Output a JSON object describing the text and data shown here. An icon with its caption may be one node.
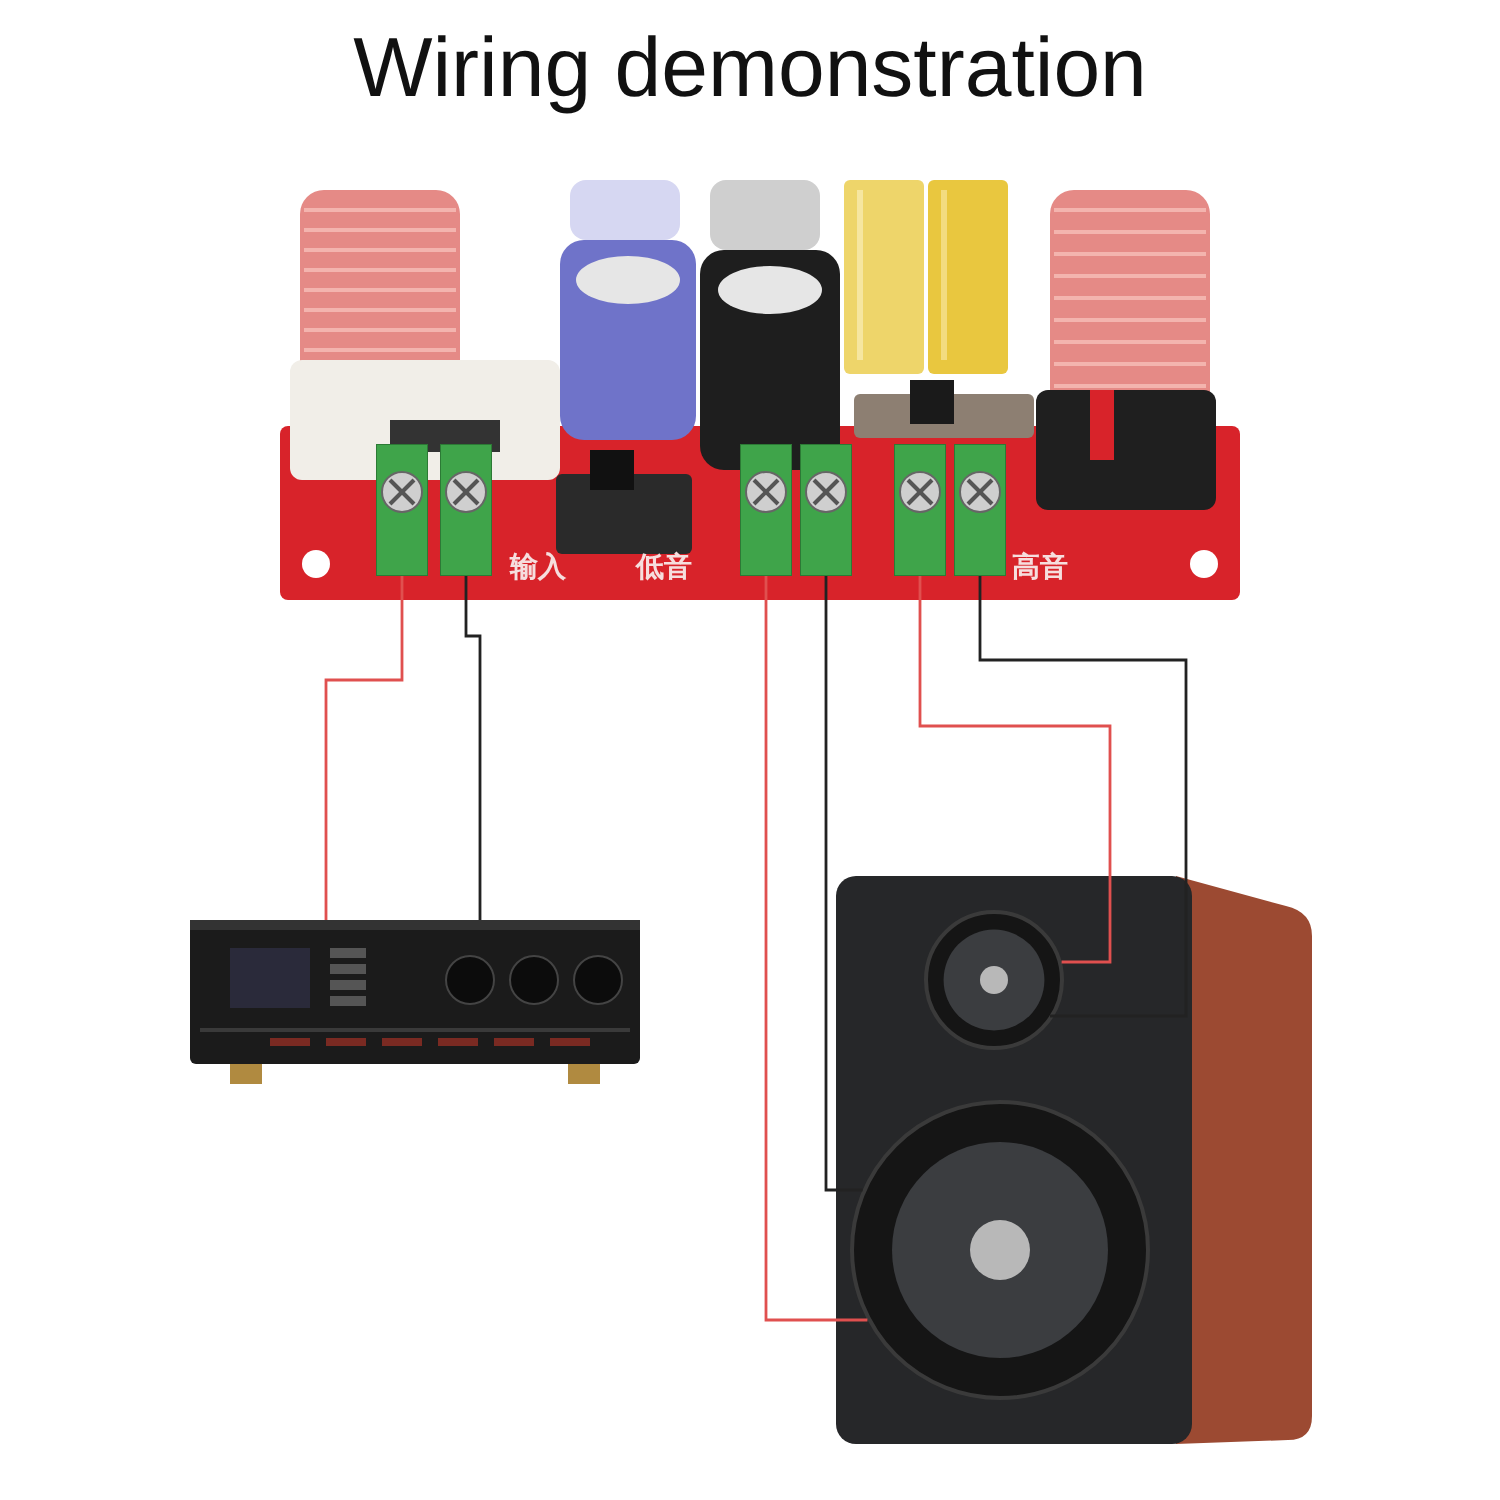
{
  "diagram": {
    "title": "Wiring demonstration",
    "nodes": [
      {
        "text": [],
        "shape": "picture"
      },
      {
        "text": [],
        "shape": "box",
        "in": 0
      },
      {
        "text": [],
        "shape": "box",
        "in": 0
      },
      {
        "text": [],
        "shape": "box",
        "in": 0
      },
      {
        "text": [],
        "shape": "box",
        "in": 0
      },
      {
        "text": [],
        "shape": "box",
        "in": 0
      },
      {
        "text": [],
        "shape": "box",
        "in": 0
      },
      {
        "text": [],
        "shape": "picture"
      },
      {
        "text": [],
        "shape": "picture"
      },
      {
        "text": [],
        "shape": "circle",
        "in": 8
      },
      {
        "text": [],
        "shape": "circle",
        "in": 8
      }
    ],
    "edges": [
      {
        "from": 1,
        "to": 7,
        "arrow": "none",
        "color": "#e0504f"
      },
      {
        "from": 2,
        "to": 7,
        "arrow": "none",
        "color": "#222222"
      },
      {
        "from": 3,
        "to": 10,
        "arrow": "none",
        "color": "#e0504f"
      },
      {
        "from": 4,
        "to": 10,
        "arrow": "none",
        "color": "#222222"
      },
      {
        "from": 5,
        "to": 9,
        "arrow": "none",
        "color": "#e0504f"
      },
      {
        "from": 6,
        "to": 9,
        "arrow": "none",
        "color": "#222222"
      }
    ],
    "labels": [
      "输入",
      "低音",
      "高音"
    ]
  }
}
